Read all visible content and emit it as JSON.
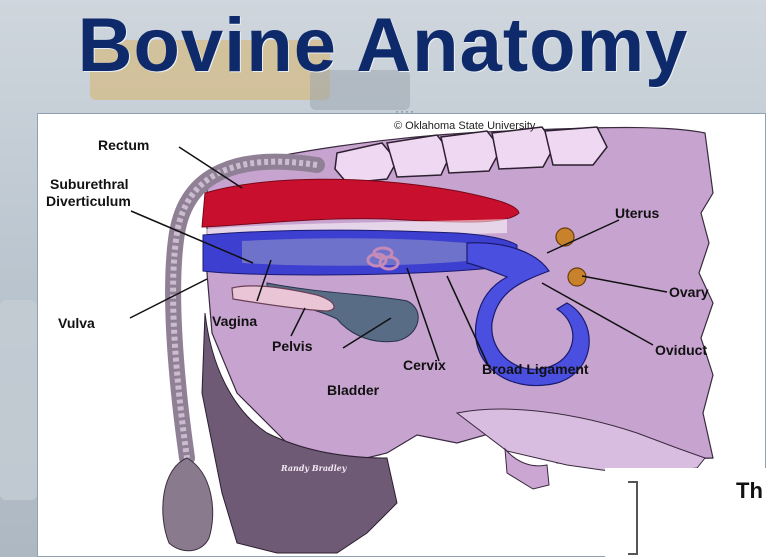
{
  "slide": {
    "title": "Bovine Anatomy",
    "grip": "····"
  },
  "figure": {
    "copyright": "© Oklahoma State University",
    "signature": "Randy Bradley",
    "labels": {
      "rectum": "Rectum",
      "suburethral_1": "Suburethral",
      "suburethral_2": "Diverticulum",
      "vulva": "Vulva",
      "vagina": "Vagina",
      "pelvis": "Pelvis",
      "bladder": "Bladder",
      "cervix": "Cervix",
      "broad_ligament": "Broad Ligament",
      "uterus": "Uterus",
      "ovary": "Ovary",
      "oviduct": "Oviduct"
    }
  },
  "next_card": {
    "text": "Th"
  },
  "colors": {
    "title": "#0e2a6b",
    "body": "#c7a3cf",
    "rectum": "#c8102e",
    "vagina": "#3d3fd1",
    "uterus": "#3b3fd8",
    "tail": "#8f8095"
  }
}
